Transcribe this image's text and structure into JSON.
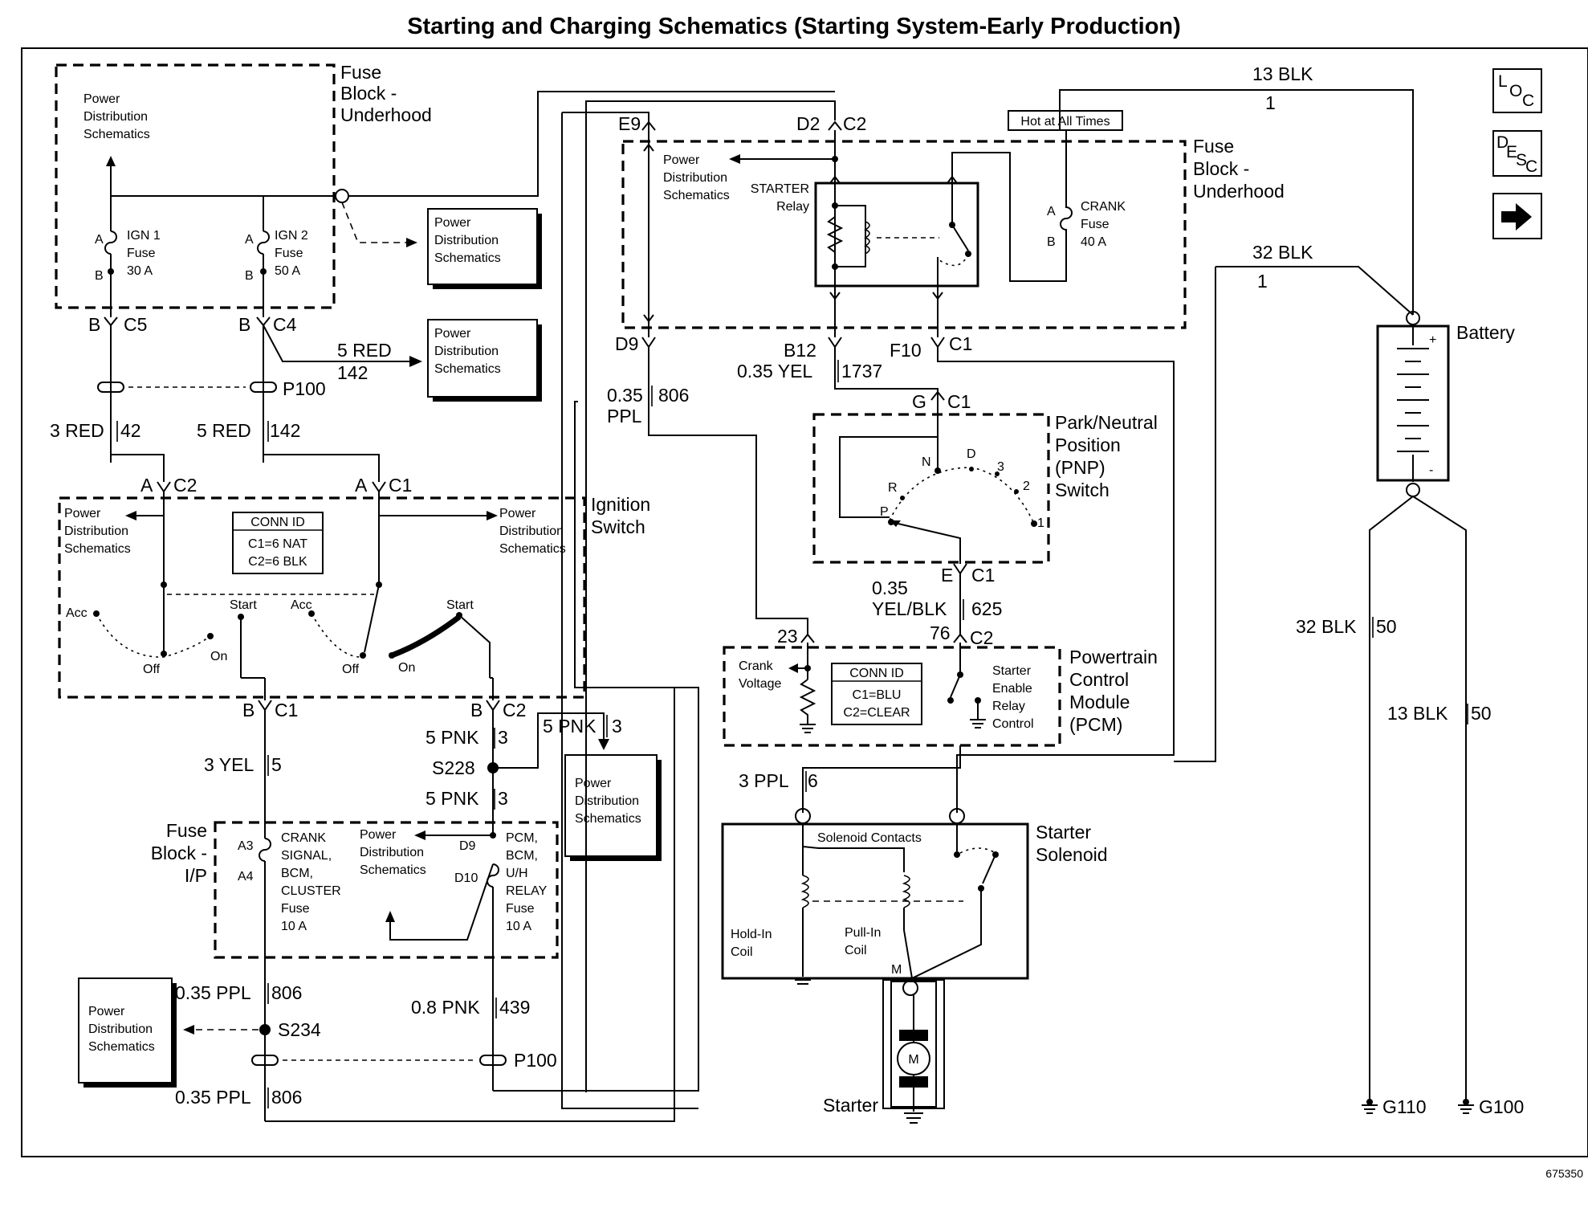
{
  "title": "Starting and Charging Schematics (Starting System-Early Production)",
  "figure_id": "675350",
  "nav_buttons": {
    "loc": [
      "L",
      "O",
      "C"
    ],
    "desc": [
      "D",
      "E",
      "S",
      "C"
    ],
    "next_icon": "right-arrow-icon"
  },
  "blocks": {
    "fuse_block_uh_left": [
      "Fuse",
      "Block -",
      "Underhood"
    ],
    "fuse_block_uh_right": [
      "Fuse",
      "Block -",
      "Underhood"
    ],
    "ignition_switch": [
      "Ignition",
      "Switch"
    ],
    "fuse_block_ip": [
      "Fuse",
      "Block -",
      "I/P"
    ],
    "pnp_switch": [
      "Park/Neutral",
      "Position",
      "(PNP)",
      "Switch"
    ],
    "pcm": [
      "Powertrain",
      "Control",
      "Module",
      "(PCM)"
    ],
    "starter_solenoid": [
      "Starter",
      "Solenoid"
    ],
    "battery": "Battery",
    "starter": "Starter"
  },
  "pds": [
    "Power",
    "Distribution",
    "Schematics"
  ],
  "fuses": {
    "ign1": [
      "IGN 1",
      "Fuse",
      "30 A"
    ],
    "ign2": [
      "IGN 2",
      "Fuse",
      "50 A"
    ],
    "crank": [
      "CRANK",
      "Fuse",
      "40 A"
    ],
    "crank_signal": [
      "CRANK",
      "SIGNAL,",
      "BCM,",
      "CLUSTER",
      "Fuse",
      "10 A"
    ],
    "pcm_bcm": [
      "PCM,",
      "BCM,",
      "U/H",
      "RELAY",
      "Fuse",
      "10 A"
    ]
  },
  "relay": {
    "name": [
      "STARTER",
      "Relay"
    ],
    "hot": "Hot at All Times"
  },
  "conn_id_ign": {
    "title": "CONN ID",
    "lines": [
      "C1=6 NAT",
      "C2=6 BLK"
    ]
  },
  "conn_id_pcm": {
    "title": "CONN ID",
    "lines": [
      "C1=BLU",
      "C2=CLEAR"
    ]
  },
  "switch_labels": {
    "acc": "Acc",
    "off": "Off",
    "on": "On",
    "start": "Start"
  },
  "pnp_positions": [
    "P",
    "R",
    "N",
    "D",
    "3",
    "2",
    "1"
  ],
  "pcm_labels": {
    "crank_voltage": [
      "Crank",
      "Voltage"
    ],
    "starter_enable": [
      "Starter",
      "Enable",
      "Relay",
      "Control"
    ]
  },
  "solenoid_labels": {
    "contacts": "Solenoid Contacts",
    "hold_in": [
      "Hold-In",
      "Coil"
    ],
    "pull_in": [
      "Pull-In",
      "Coil"
    ],
    "m_terminal": "M",
    "motor": "M"
  },
  "pins": {
    "a": "A",
    "b": "B",
    "c1": "C1",
    "c2": "C2",
    "c4": "C4",
    "c5": "C5",
    "e9": "E9",
    "d2": "D2",
    "d9": "D9",
    "b12": "B12",
    "f10": "F10",
    "g": "G",
    "e": "E",
    "a3": "A3",
    "a4": "A4",
    "d10": "D10",
    "p23": "23",
    "p76": "76",
    "one": "1"
  },
  "splices": {
    "p100": "P100",
    "s228": "S228",
    "s234": "S234"
  },
  "grounds": {
    "g110": "G110",
    "g100": "G100"
  },
  "wires": {
    "blk13": "13 BLK",
    "blk32": "32 BLK",
    "red5": "5 RED",
    "red3": "3 RED",
    "n142": "142",
    "n42": "42",
    "ppl035": "0.35",
    "ppl": "PPL",
    "n806": "806",
    "yel035": "0.35 YEL",
    "n1737": "1737",
    "yelblk035": "0.35",
    "yelblk": "YEL/BLK",
    "n625": "625",
    "pnk5": "5 PNK",
    "n3": "3",
    "yel3": "3 YEL",
    "n5": "5",
    "ppl3": "3 PPL",
    "n6": "6",
    "pplfull": "0.35 PPL",
    "pnk08": "0.8 PNK",
    "n439": "439",
    "n50": "50"
  }
}
